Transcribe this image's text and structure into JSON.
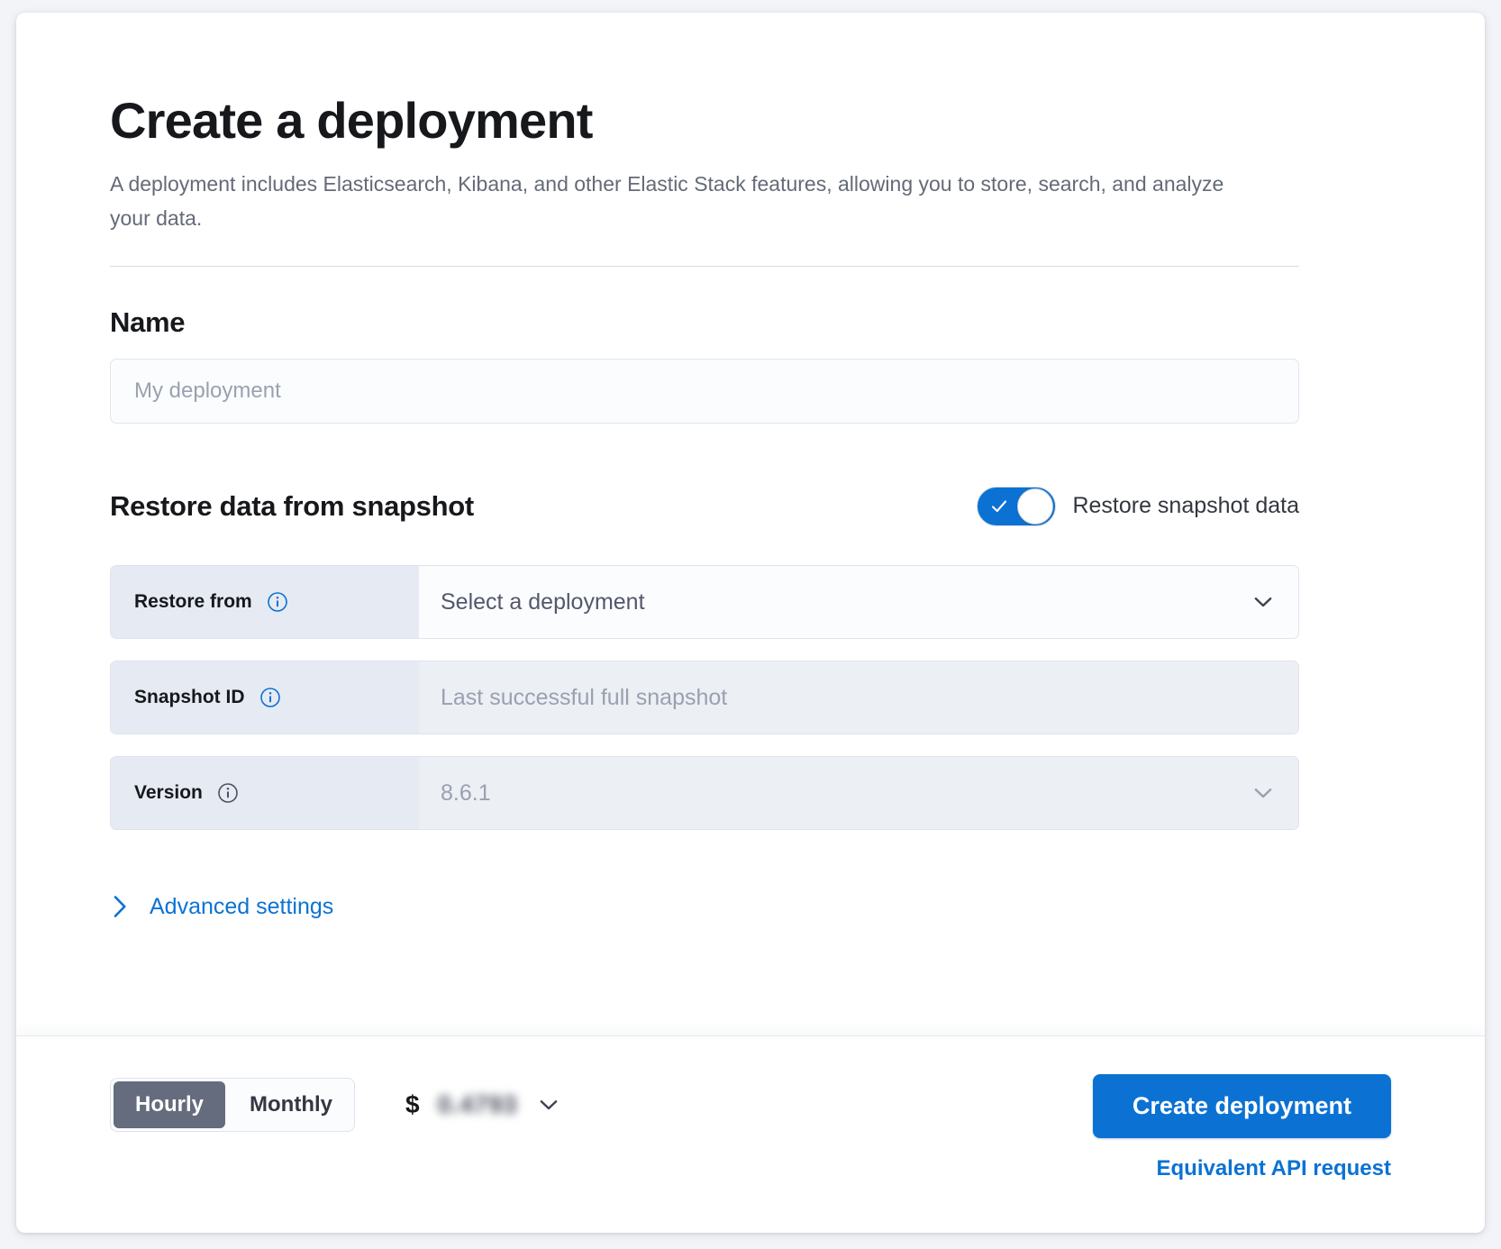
{
  "header": {
    "title": "Create a deployment",
    "description": "A deployment includes Elasticsearch, Kibana, and other Elastic Stack features, allowing you to store, search, and analyze your data."
  },
  "name_section": {
    "heading": "Name",
    "input_placeholder": "My deployment",
    "input_value": ""
  },
  "snapshot_section": {
    "heading": "Restore data from snapshot",
    "toggle_label": "Restore snapshot data",
    "toggle_on": true,
    "rows": [
      {
        "label": "Restore from",
        "value": "Select a deployment",
        "control": "dropdown",
        "disabled": false,
        "info": "info-icon"
      },
      {
        "label": "Snapshot ID",
        "value": "Last successful full snapshot",
        "control": "text",
        "disabled": true,
        "info": "info-icon"
      },
      {
        "label": "Version",
        "value": "8.6.1",
        "control": "dropdown",
        "disabled": true,
        "info": "info-icon"
      }
    ],
    "advanced_label": "Advanced settings"
  },
  "footer": {
    "billing_options": [
      "Hourly",
      "Monthly"
    ],
    "billing_selected": "Hourly",
    "price_currency": "$",
    "price_amount": "0.4793",
    "create_button": "Create deployment",
    "api_link": "Equivalent API request"
  },
  "colors": {
    "accent": "#0b72d4",
    "heading": "#16181c",
    "muted": "#646a77",
    "label_bg": "#e6eaf2",
    "disabled_bg": "#eceff4",
    "segment_active": "#646c7d"
  }
}
